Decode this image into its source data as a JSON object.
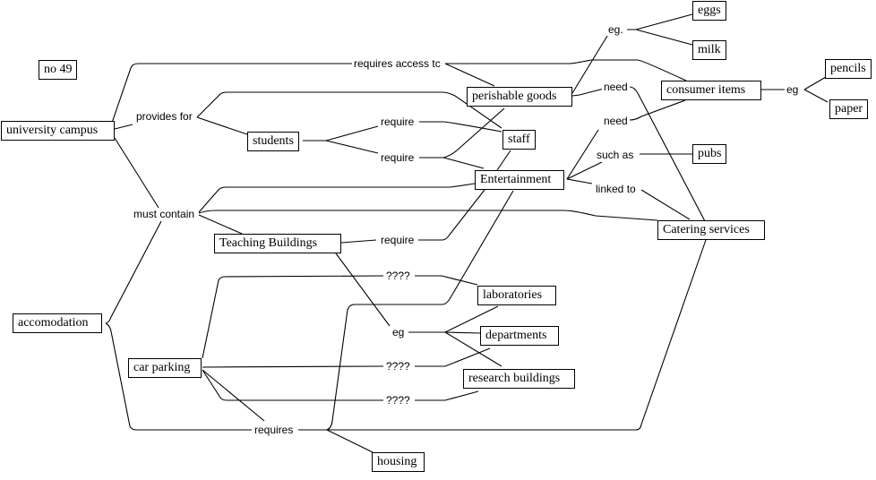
{
  "title_badge": "no 49",
  "concepts": {
    "university_campus": "university campus",
    "students": "students",
    "perishable_goods": "perishable goods",
    "staff": "staff",
    "entertainment": "Entertainment",
    "eggs": "eggs",
    "milk": "milk",
    "consumer_items": "consumer items",
    "pencils": "pencils",
    "paper": "paper",
    "pubs": "pubs",
    "catering_services": "Catering services",
    "teaching_buildings": "Teaching Buildings",
    "laboratories": "laboratories",
    "departments": "departments",
    "research_buildings": "research buildings",
    "accomodation": "accomodation",
    "car_parking": "car parking",
    "housing": "housing"
  },
  "linking_phrases": {
    "requires_access_to": "requires access tc",
    "provides_for": "provides for",
    "must_contain": "must contain",
    "require_students_staff": "require",
    "require_students_ent": "require",
    "require_teaching": "require",
    "eg_perishable": "eg.",
    "eg_consumer": "eg",
    "need_perishable": "need",
    "need_consumer": "need",
    "such_as": "such as",
    "linked_to": "linked to",
    "unknown_laboratories": "????",
    "eg_teaching": "eg",
    "unknown_departments": "????",
    "unknown_research": "????",
    "requires_accomodation": "requires"
  }
}
